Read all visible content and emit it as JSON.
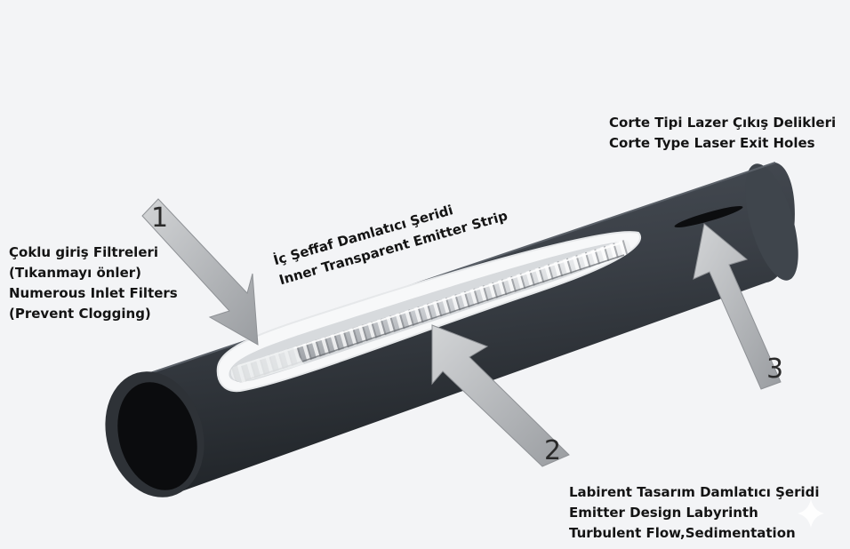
{
  "labels": {
    "inlet_tr": "Çoklu giriş Filtreleri",
    "inlet_tr2": "(Tıkanmayı önler)",
    "inlet_en": "Numerous Inlet Filters",
    "inlet_en2": "(Prevent Clogging)",
    "strip_tr": "İç Şeffaf Damlatıcı Şeridi",
    "strip_en": "Inner Transparent Emitter Strip",
    "exit_tr": "Corte Tipi Lazer Çıkış Delikleri",
    "exit_en": "Corte Type Laser Exit Holes",
    "labyrinth_tr": "Labirent Tasarım Damlatıcı Şeridi",
    "labyrinth_en": "Emitter Design Labyrinth",
    "labyrinth_en2": "Turbulent Flow,Sedimentation"
  },
  "callouts": [
    "1",
    "2",
    "3"
  ],
  "colors": {
    "background": "#f3f4f6",
    "pipe": "#3c4148",
    "pipe_dark": "#22262b",
    "arrow": "#b5b7ba",
    "text": "#141414"
  }
}
